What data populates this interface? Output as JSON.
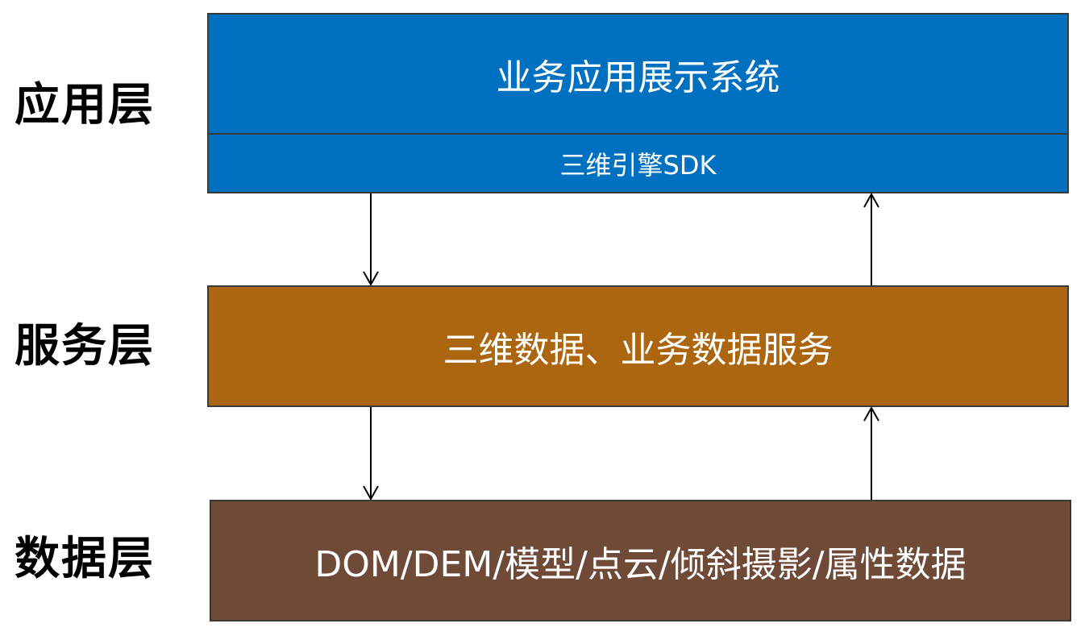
{
  "layers": {
    "application": {
      "label": "应用层",
      "main_box": "业务应用展示系统",
      "sdk_box": "三维引擎SDK",
      "color": "#0070C0"
    },
    "service": {
      "label": "服务层",
      "box": "三维数据、业务数据服务",
      "color": "#AC6610"
    },
    "data": {
      "label": "数据层",
      "box": "DOM/DEM/模型/点云/倾斜摄影/属性数据",
      "color": "#6E4A37"
    }
  },
  "arrows": [
    {
      "from": "application",
      "to": "service",
      "direction": "down"
    },
    {
      "from": "service",
      "to": "application",
      "direction": "up"
    },
    {
      "from": "service",
      "to": "data",
      "direction": "down"
    },
    {
      "from": "data",
      "to": "service",
      "direction": "up"
    }
  ]
}
